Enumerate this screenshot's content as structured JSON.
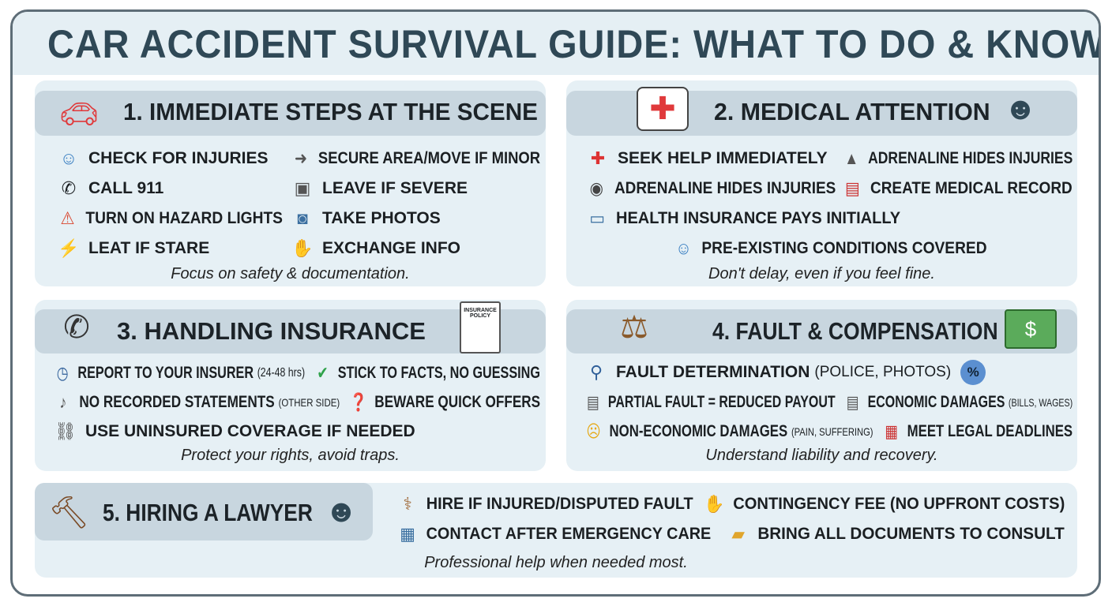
{
  "title": "CAR ACCIDENT SURVIVAL GUIDE: WHAT TO DO & KNOW",
  "sections": [
    {
      "heading": "1. IMMEDIATE STEPS AT THE SCENE",
      "icon": "red-car-icon",
      "items": [
        {
          "label": "CHECK FOR INJURIES",
          "icon": "injured-person-icon"
        },
        {
          "label": "SECURE AREA/MOVE IF MINOR",
          "icon": "car-moving-icon"
        },
        {
          "label": "CALL 911",
          "icon": "phone-icon"
        },
        {
          "label": "LEAVE IF SEVERE",
          "icon": "car-front-icon"
        },
        {
          "label": "TURN ON HAZARD LIGHTS",
          "icon": "hazard-triangle-icon"
        },
        {
          "label": "TAKE PHOTOS",
          "icon": "camera-icon"
        },
        {
          "label": "LEAT IF STARE",
          "icon": "car-plug-icon"
        },
        {
          "label": "EXCHANGE INFO",
          "icon": "handshake-icon"
        }
      ],
      "caption": "Focus on safety & documentation."
    },
    {
      "heading": "2. MEDICAL ATTENTION",
      "icon": "first-aid-kit-icon",
      "icon2": "doctor-icon",
      "items": [
        {
          "label": "SEEK HELP IMMEDIATELY",
          "icon": "ambulance-icon"
        },
        {
          "label": "ADRENALINE HIDES INJURIES",
          "icon": "road-icon"
        },
        {
          "label": "ADRENALINE HIDES INJURIES",
          "icon": "eye-hidden-icon"
        },
        {
          "label": "CREATE MEDICAL RECORD",
          "icon": "medical-record-icon"
        },
        {
          "label": "HEALTH INSURANCE PAYS INITIALLY",
          "icon": "insurance-card-icon"
        },
        {
          "label": "PRE-EXISTING CONDITIONS COVERED",
          "icon": "patient-sling-icon"
        }
      ],
      "caption": "Don't delay, even if you feel fine."
    },
    {
      "heading": "3. HANDLING INSURANCE",
      "icon": "phone-chat-icon",
      "icon2": "insurance-policy-icon",
      "policy_label": "INSURANCE POLICY",
      "items": [
        {
          "label": "REPORT TO YOUR INSURER",
          "note": "(24-48 hrs)",
          "icon": "clock-icon"
        },
        {
          "label": "STICK TO FACTS, NO GUESSING",
          "icon": "check-circle-icon"
        },
        {
          "label": "NO RECORDED STATEMENTS",
          "note": "(OTHER SIDE)",
          "icon": "microphone-icon"
        },
        {
          "label": "BEWARE QUICK OFFERS",
          "icon": "money-bag-icon"
        },
        {
          "label": "USE UNINSURED COVERAGE IF NEEDED",
          "icon": "broken-chain-icon"
        }
      ],
      "caption": "Protect your rights, avoid traps."
    },
    {
      "heading": "4. FAULT & COMPENSATION",
      "icon": "scales-icon",
      "icon2": "cash-icon",
      "items": [
        {
          "label": "FAULT DETERMINATION",
          "note": "(POLICE, PHOTOS)",
          "icon": "magnifier-icon"
        },
        {
          "label": "PARTIAL FAULT = REDUCED PAYOUT",
          "icon": "receipt-icon"
        },
        {
          "label": "ECONOMIC DAMAGES",
          "note": "(BILLS, WAGES)",
          "icon": "document-icon"
        },
        {
          "label": "NON-ECONOMIC DAMAGES",
          "note": "(PAIN, SUFFERING)",
          "icon": "sad-face-icon"
        },
        {
          "label": "MEET LEGAL DEADLINES",
          "icon": "calendar-clock-icon"
        }
      ],
      "caption": "Understand liability and recovery."
    },
    {
      "heading": "5. HIRING A LAWYER",
      "icon": "gavel-icon",
      "icon2": "lawyer-icon",
      "items": [
        {
          "label": "HIRE IF INJURED/DISPUTED FAULT",
          "icon": "crutch-icon"
        },
        {
          "label": "CONTINGENCY FEE (NO UPFRONT COSTS)",
          "icon": "handshake-coin-icon"
        },
        {
          "label": "CONTACT AFTER EMERGENCY CARE",
          "icon": "hospital-icon"
        },
        {
          "label": "BRING ALL DOCUMENTS TO CONSULT",
          "icon": "folder-icon"
        }
      ],
      "caption": "Professional help when needed most."
    }
  ],
  "percent_badge": "%",
  "colors": {
    "title": "#2f4856",
    "panel": "#e6f0f5",
    "header_bar": "#c8d6df",
    "frame": "#5e6d77"
  }
}
